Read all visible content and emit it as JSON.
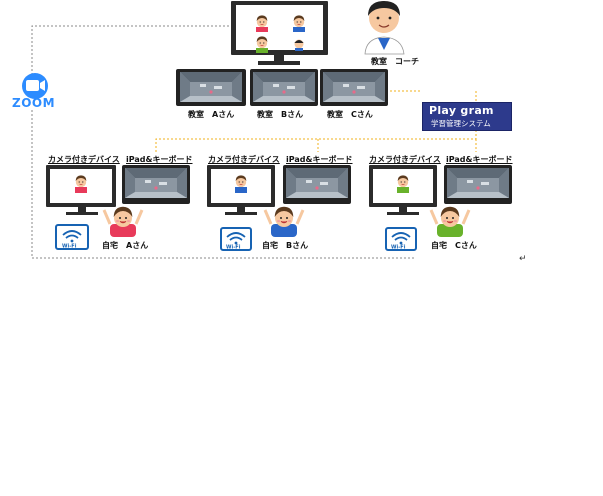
{
  "zoom": {
    "label": "ZOOM"
  },
  "coach": {
    "label": "教室　コーチ"
  },
  "classroom": {
    "labels": [
      "教室　Aさん",
      "教室　Bさん",
      "教室　Cさん"
    ]
  },
  "logo": {
    "brand": "Play gram",
    "subtitle": "学習管理システム"
  },
  "home": {
    "camera_label": "カメラ付きデバイス",
    "ipad_label": "iPad&キーボード",
    "students": [
      "自宅　Aさん",
      "自宅　Bさん",
      "自宅　Cさん"
    ],
    "wifi_text": "Wi-Fi"
  },
  "colors": {
    "zoom_blue": "#2d8cff",
    "logo_navy": "#2d3a8c",
    "line_yellow": "#f2b21b",
    "line_gray": "#888888",
    "shirt_a": "#e83a5a",
    "shirt_b": "#2a66c8",
    "shirt_c": "#69b22b"
  },
  "icons": [
    "zoom-camera-icon",
    "wifi-icon",
    "coach-avatar-icon",
    "student-avatar-icon",
    "monitor-icon",
    "tablet-icon"
  ],
  "return_mark": "↵"
}
